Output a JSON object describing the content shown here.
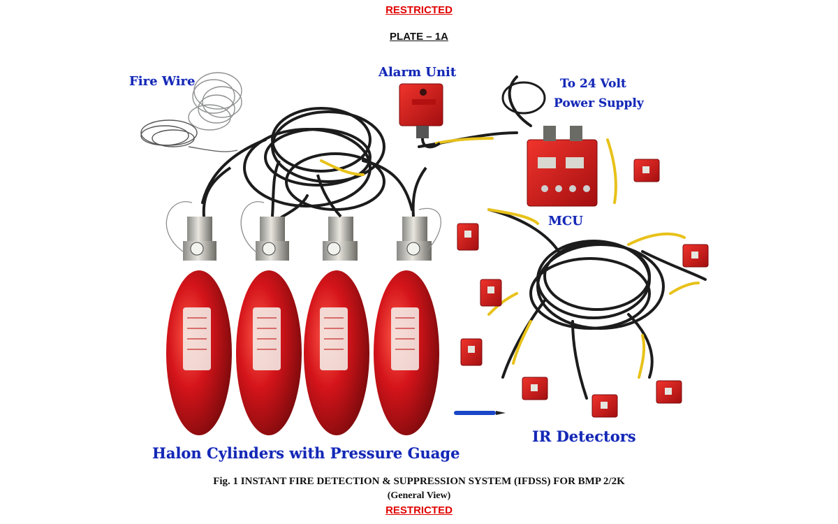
{
  "header": {
    "classification_top": "RESTRICTED",
    "plate": "PLATE – 1A"
  },
  "photo": {
    "labels": {
      "fire_wire": "Fire Wire",
      "alarm_unit": "Alarm Unit",
      "power_supply_line1": "To 24 Volt",
      "power_supply_line2": "Power Supply",
      "mcu": "MCU",
      "halon": "Halon Cylinders with Pressure Guage",
      "ir_detectors": "IR Detectors"
    },
    "colors": {
      "label_blue": "#1428b4",
      "cylinder_red": "#d4141a",
      "unit_red": "#d81818",
      "cable_black": "#1c1c1c",
      "cable_yellow": "#e8c21a"
    }
  },
  "footer": {
    "figure_caption": "Fig. 1 INSTANT FIRE DETECTION & SUPPRESSION SYSTEM (IFDSS) FOR BMP 2/2K",
    "figure_subcaption": "(General View)",
    "classification_bottom": "RESTRICTED"
  }
}
